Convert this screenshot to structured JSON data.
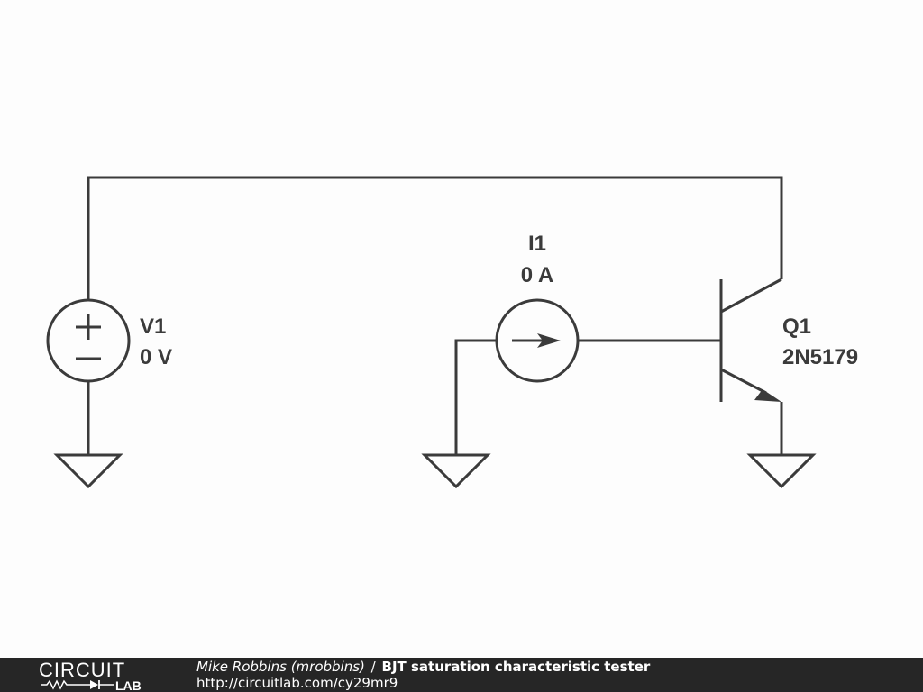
{
  "schematic": {
    "v1": {
      "name": "V1",
      "value": "0 V",
      "plus": "+",
      "minus": "−"
    },
    "i1": {
      "name": "I1",
      "value": "0 A"
    },
    "q1": {
      "name": "Q1",
      "part": "2N5179"
    }
  },
  "footer": {
    "logo_top": "CIRCUIT",
    "logo_bottom": "LAB",
    "author": "Mike Robbins (mrobbins)",
    "separator": "/",
    "title": "BJT saturation characteristic tester",
    "url": "http://circuitlab.com/cy29mr9"
  },
  "colors": {
    "wire": "#3b3b3b",
    "background": "#fdfdfd",
    "footer_bg": "#262626",
    "footer_text": "#ffffff"
  }
}
